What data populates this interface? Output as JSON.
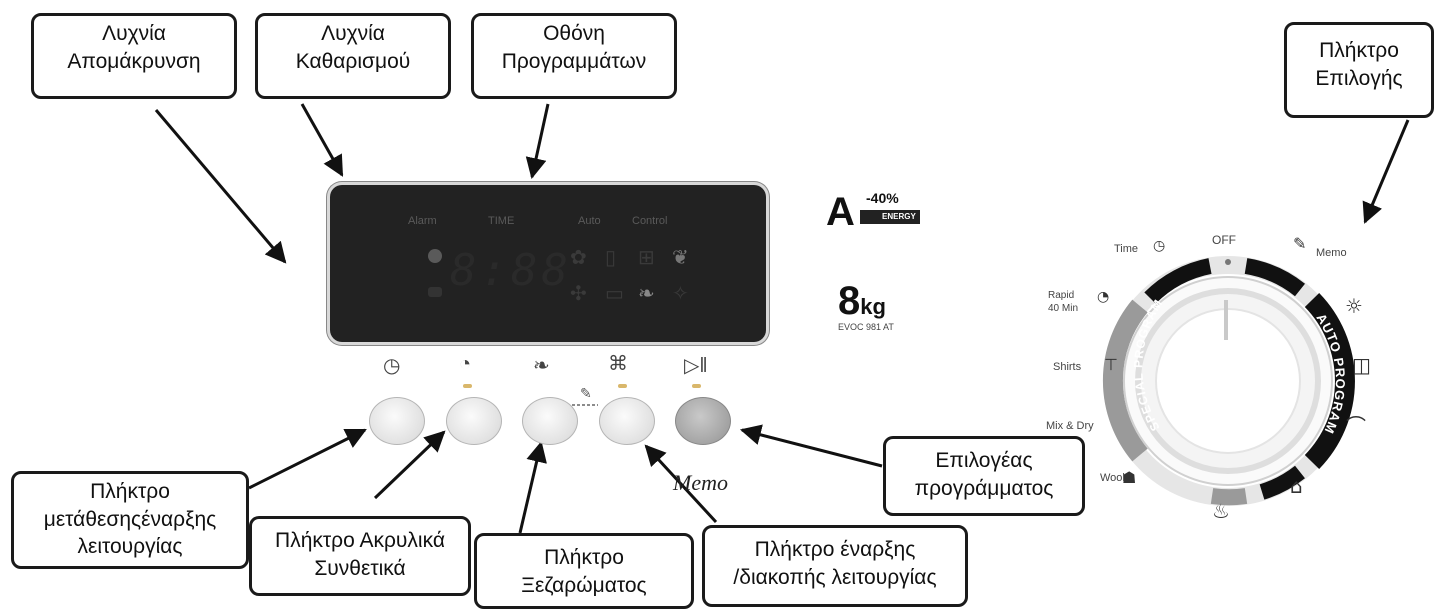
{
  "callouts": {
    "removal_lamp": [
      "Λυχνία",
      "Απομάκρυνση"
    ],
    "cleaning_lamp": [
      "Λυχνία",
      "Καθαρισμού"
    ],
    "program_display": [
      "Οθόνη",
      "Προγραμμάτων"
    ],
    "selection_key": [
      "Πλήκτρο",
      "Επιλογής"
    ],
    "delay_start_key": [
      "Πλήκτρο",
      "μετάθεσηςέναρξης",
      "λειτουργίας"
    ],
    "acrylic_key": [
      "Πλήκτρο Ακρυλικά",
      "Συνθετικά"
    ],
    "crease_key": [
      "Πλήκτρο",
      "Ξεζαρώματος"
    ],
    "start_pause_key": [
      "Πλήκτρο έναρξης",
      "/διακοπής λειτουργίας"
    ],
    "program_selector": [
      "Επιλογέας",
      "προγράμματος"
    ]
  },
  "display": {
    "alarm": "Alarm",
    "time": "TIME",
    "auto": "Auto",
    "control": "Control",
    "digits": "8:88"
  },
  "badges": {
    "energy_letter": "A",
    "energy_saving": "-40%",
    "energy_word": "ENERGY",
    "capacity_number": "8",
    "capacity_unit": "kg",
    "model": "EVOC 981 AT"
  },
  "memo_word": "Memo",
  "dial": {
    "off": "OFF",
    "memo": "Memo",
    "time": "Time",
    "rapid_line1": "Rapid",
    "rapid_line2": "40 Min",
    "shirts": "Shirts",
    "mix_dry": "Mix & Dry",
    "wool": "Wool",
    "auto_program": "AUTO PROGRAM",
    "special_program": "SPECIAL PROGRAM"
  },
  "colors": {
    "panel": "#222222",
    "arrow": "#111111",
    "led": "#d9b76b",
    "dial_segment": "#111111",
    "dial_grey": "#9a9a9a"
  }
}
